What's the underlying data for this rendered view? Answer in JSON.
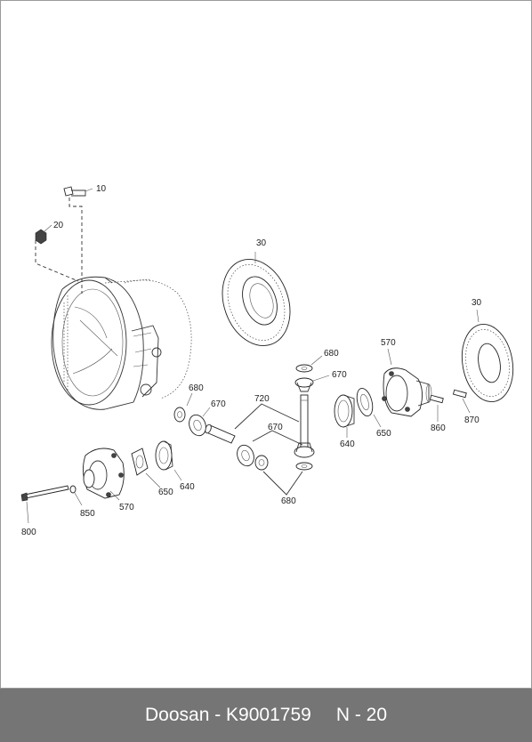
{
  "labels": {
    "p10": "10",
    "p20": "20",
    "p30a": "30",
    "p30b": "30",
    "p680a": "680",
    "p670a": "670",
    "p570a": "570",
    "p680b": "680",
    "p670b": "670",
    "p720": "720",
    "p670c": "670",
    "p640a": "640",
    "p650a": "650",
    "p860": "860",
    "p870": "870",
    "p650b": "650",
    "p640b": "640",
    "p680c": "680",
    "p850": "850",
    "p570b": "570",
    "p800": "800"
  },
  "footer": {
    "brand_part": "Doosan - K9001759",
    "page": "N - 20"
  }
}
